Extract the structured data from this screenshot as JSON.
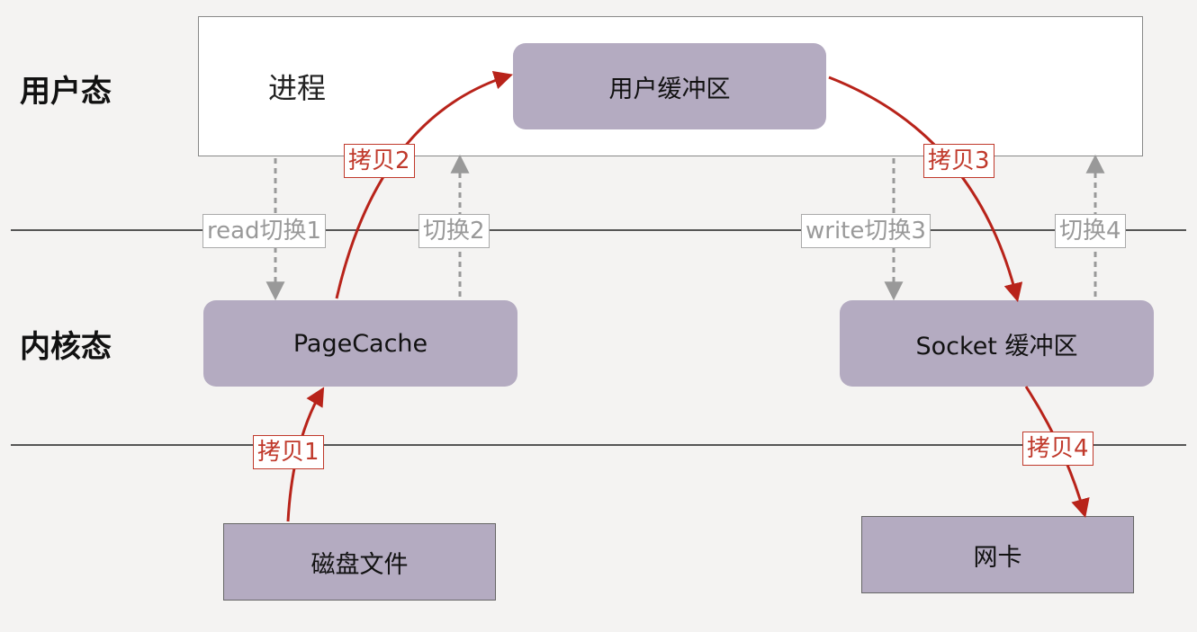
{
  "zones": {
    "user_mode": "用户态",
    "kernel_mode": "内核态"
  },
  "process_label": "进程",
  "nodes": {
    "user_buffer": "用户缓冲区",
    "page_cache": "PageCache",
    "socket_buffer": "Socket 缓冲区",
    "disk_file": "磁盘文件",
    "nic": "网卡"
  },
  "copies": {
    "copy1": "拷贝1",
    "copy2": "拷贝2",
    "copy3": "拷贝3",
    "copy4": "拷贝4"
  },
  "switches": {
    "switch1": "read切换1",
    "switch2": "切换2",
    "switch3": "write切换3",
    "switch4": "切换4"
  },
  "colors": {
    "background": "#f4f3f2",
    "node_fill": "#b4abc1",
    "copy_arrow": "#b8231a",
    "switch_arrow": "#999999"
  }
}
